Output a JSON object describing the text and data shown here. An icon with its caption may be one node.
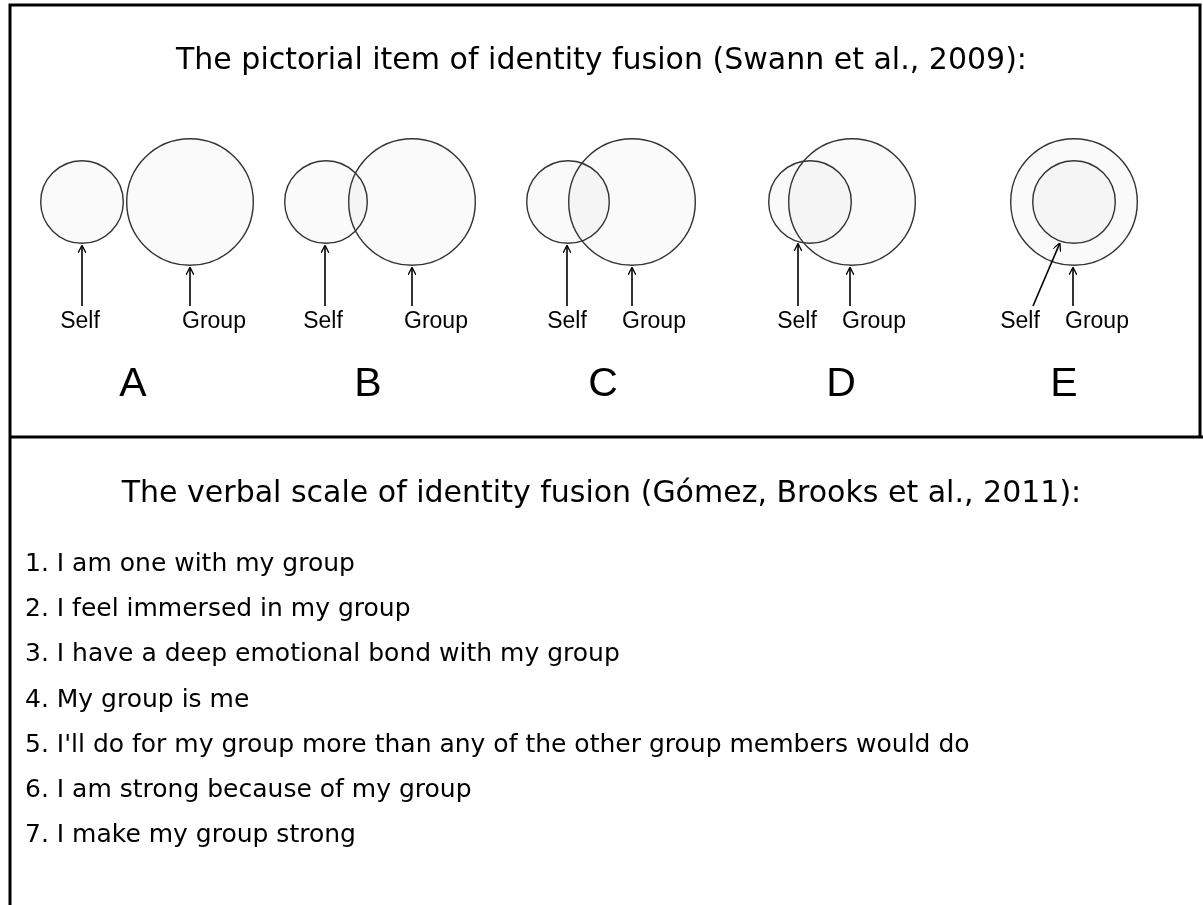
{
  "diagram": {
    "title": "The pictorial item of identity fusion (Swann et al., 2009):",
    "nodes": [
      {
        "text": [],
        "shape": "circle"
      },
      {
        "text": [],
        "shape": "circle"
      },
      {
        "text": [
          "Self"
        ]
      },
      {
        "text": [
          "Group"
        ]
      },
      {
        "text": [],
        "shape": "circle"
      },
      {
        "text": [],
        "shape": "circle"
      },
      {
        "text": [
          "Self"
        ]
      },
      {
        "text": [
          "Group"
        ]
      },
      {
        "text": [],
        "shape": "circle"
      },
      {
        "text": [],
        "shape": "circle"
      },
      {
        "text": [
          "Self"
        ]
      },
      {
        "text": [
          "Group"
        ]
      },
      {
        "text": [],
        "shape": "circle"
      },
      {
        "text": [],
        "shape": "circle"
      },
      {
        "text": [
          "Self"
        ]
      },
      {
        "text": [
          "Group"
        ]
      },
      {
        "text": [],
        "shape": "circle"
      },
      {
        "text": [],
        "shape": "circle",
        "in": 16
      },
      {
        "text": [
          "Self"
        ]
      },
      {
        "text": [
          "Group"
        ]
      }
    ],
    "edges": [
      {
        "from": 2,
        "to": 0,
        "arrow": "to"
      },
      {
        "from": 3,
        "to": 1,
        "arrow": "to"
      },
      {
        "from": 6,
        "to": 4,
        "arrow": "to"
      },
      {
        "from": 7,
        "to": 5,
        "arrow": "to"
      },
      {
        "from": 10,
        "to": 8,
        "arrow": "to"
      },
      {
        "from": 11,
        "to": 9,
        "arrow": "to"
      },
      {
        "from": 14,
        "to": 12,
        "arrow": "to"
      },
      {
        "from": 15,
        "to": 13,
        "arrow": "to"
      },
      {
        "from": 18,
        "to": 17,
        "arrow": "to"
      },
      {
        "from": 19,
        "to": 16,
        "arrow": "to"
      }
    ],
    "labels": [
      "A",
      "B",
      "C",
      "D",
      "E",
      "The verbal scale of identity fusion (Gómez, Brooks et al., 2011):",
      "1. I am one with my group",
      "2. I feel immersed in my group",
      "3. I have a deep emotional bond with my group",
      "4. My group is me",
      "5. I'll do for my group more than any of the other group members would do",
      "6. I am strong because of my group",
      "7. I make my group strong"
    ]
  }
}
